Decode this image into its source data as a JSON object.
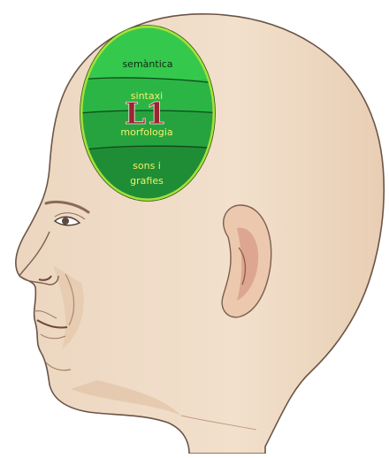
{
  "diagram": {
    "brain_title": "L1",
    "layers": [
      {
        "label": "semàntica"
      },
      {
        "label": "sintaxi"
      },
      {
        "label": "morfologia"
      },
      {
        "label": "sons i"
      },
      {
        "label": "grafies"
      }
    ]
  },
  "colors": {
    "skin": "#f0dcc7",
    "skin_shadow": "#e2c2a4",
    "outline": "#6b5446",
    "layer_top": "#33c94a",
    "layer_mid": "#25a63c",
    "layer_low": "#1f8c35",
    "oval_border": "#a7e03a",
    "label_dark": "#0f2a12",
    "label_yellow": "#f4f06a",
    "title_red": "#9b2230"
  }
}
